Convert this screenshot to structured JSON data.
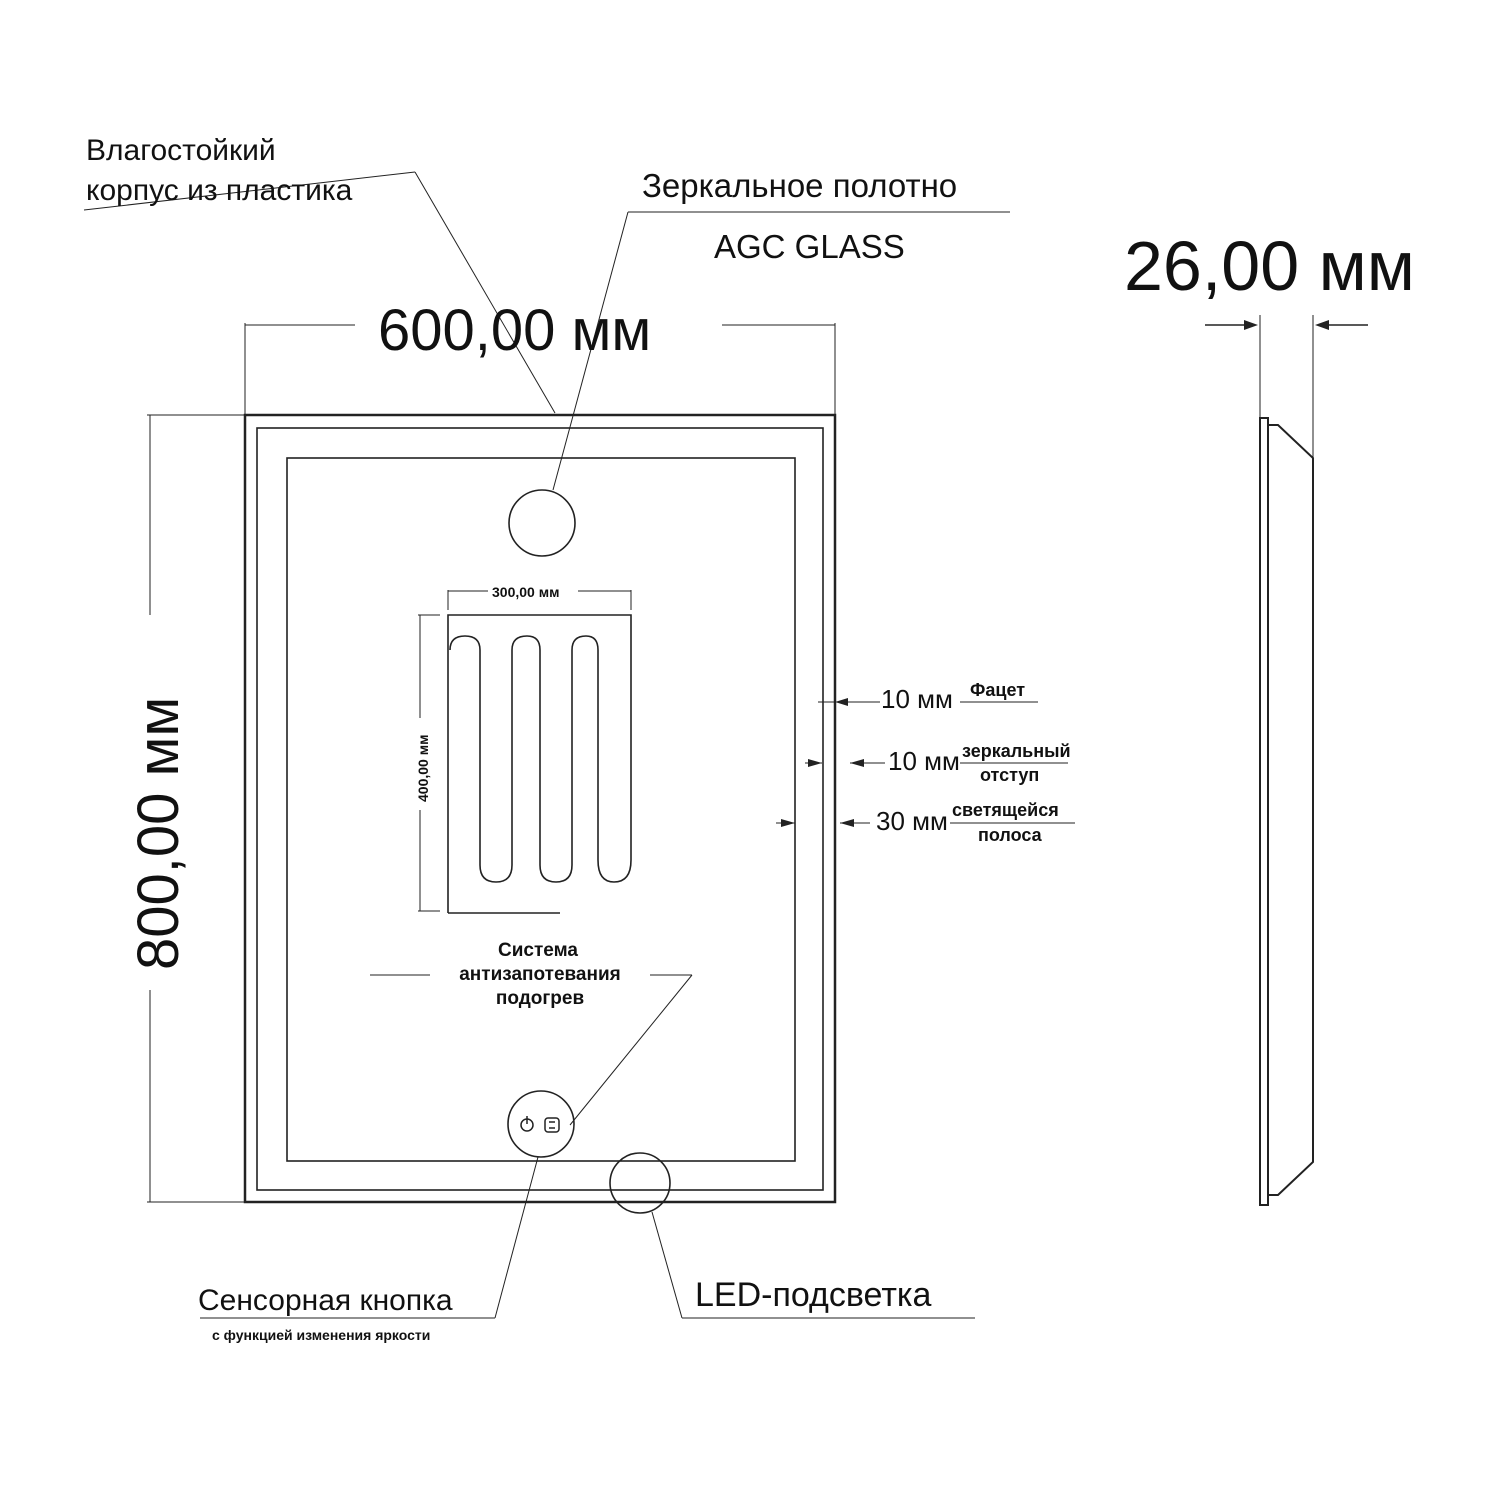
{
  "labels": {
    "housing_line1": "Влагостойкий",
    "housing_line2": "корпус из пластика",
    "mirror_line1": "Зеркальное  полотно",
    "mirror_line2": "AGC GLASS",
    "width": "600,00 мм",
    "height": "800,00 мм",
    "depth": "26,00 мм",
    "heater_width": "300,00 мм",
    "heater_height": "400,00 мм",
    "facet_value": "10 мм",
    "facet_label": "Фацет",
    "indent_value": "10 мм",
    "indent_label_line1": "зеркальный",
    "indent_label_line2": "отступ",
    "strip_value": "30 мм",
    "strip_label_line1": "светящейся",
    "strip_label_line2": "полоса",
    "antifog_line1": "Система",
    "antifog_line2": "антизапотевания",
    "antifog_line3": "подогрев",
    "touch_button": "Сенсорная кнопка",
    "touch_button_sub": "с функцией изменения яркости",
    "led": "LED-подсветка"
  },
  "icons": [
    "power-icon",
    "brightness-icon"
  ]
}
